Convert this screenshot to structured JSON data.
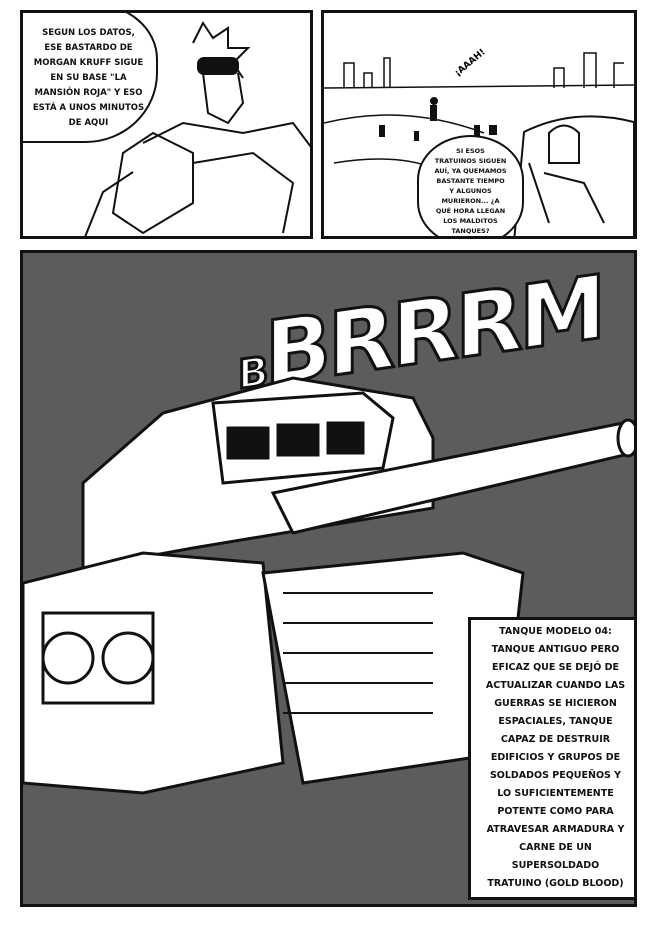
{
  "panel1": {
    "speech": [
      "SEGUN LOS DATOS,",
      "ESE BASTARDO DE",
      "MORGAN KRUFF SIGUE",
      "EN SU BASE \"LA",
      "MANSIÓN ROJA\" Y ESO",
      "ESTÁ A UNOS MINUTOS",
      "DE AQUI"
    ]
  },
  "panel2": {
    "scream": "¡AAAH!",
    "speech": [
      "SI ESOS",
      "TRATUINOS SIGUEN",
      "AUÍ, YA QUEMAMOS",
      "BASTANTE TIEMPO",
      "Y ALGUNOS",
      "MURIERON... ¿A",
      "QUÉ HORA LLEGAN",
      "LOS MALDITOS",
      "TANQUES?"
    ]
  },
  "panel3": {
    "sfx_small": "B",
    "sfx": "BRRRM",
    "caption": [
      "TANQUE MODELO 04:",
      "TANQUE ANTIGUO PERO",
      "EFICAZ QUE SE DEJÓ DE",
      "ACTUALIZAR CUANDO LAS",
      "GUERRAS SE HICIERON",
      "ESPACIALES, TANQUE",
      "CAPAZ DE DESTRUIR",
      "EDIFICIOS Y GRUPOS DE",
      "SOLDADOS PEQUEÑOS Y",
      "LO SUFICIENTEMENTE",
      "POTENTE COMO PARA",
      "ATRAVESAR ARMADURA Y",
      "CARNE DE UN",
      "SUPERSOLDADO",
      "TRATUINO (GOLD BLOOD)"
    ]
  }
}
